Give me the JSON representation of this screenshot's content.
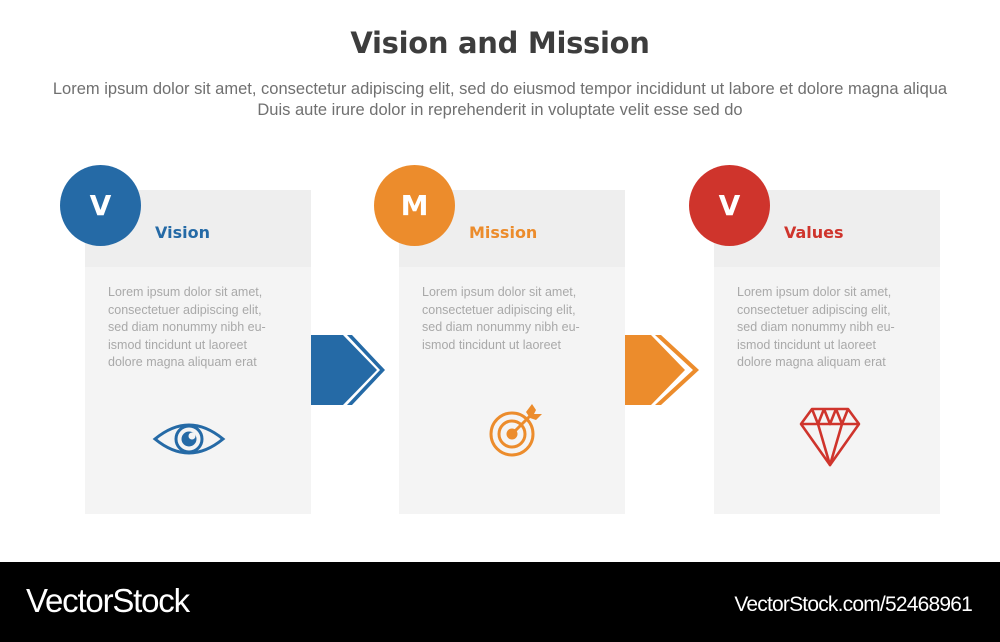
{
  "header": {
    "title": "Vision and Mission",
    "subtitle": "Lorem ipsum dolor sit amet, consectetur adipiscing elit, sed do eiusmod tempor incididunt ut labore et dolore magna aliqua Duis aute irure dolor in reprehenderit in voluptate velit esse sed do"
  },
  "cards": [
    {
      "letter": "V",
      "label": "Vision",
      "color": "#256aa6",
      "icon": "eye-icon",
      "body": "Lorem ipsum dolor sit amet,\nconsectetuer adipiscing elit,\nsed diam nonummy nibh eu-\nismod tincidunt ut laoreet\ndolore magna aliquam erat"
    },
    {
      "letter": "M",
      "label": "Mission",
      "color": "#ec8c2c",
      "icon": "target-icon",
      "body": "Lorem ipsum dolor sit amet,\nconsectetuer adipiscing elit,\nsed diam nonummy nibh eu-\nismod tincidunt ut laoreet"
    },
    {
      "letter": "V",
      "label": "Values",
      "color": "#cf342c",
      "icon": "diamond-icon",
      "body": "Lorem ipsum dolor sit amet,\nconsectetuer adipiscing elit,\nsed diam nonummy nibh eu-\nismod tincidunt ut laoreet\ndolore magna aliquam erat"
    }
  ],
  "arrows": [
    {
      "color": "#256aa6",
      "icon": "chevron-right-arrow-icon"
    },
    {
      "color": "#ec8c2c",
      "icon": "chevron-right-arrow-icon"
    }
  ],
  "footer": {
    "brand": "VectorStock",
    "url": "VectorStock.com/52468961"
  }
}
